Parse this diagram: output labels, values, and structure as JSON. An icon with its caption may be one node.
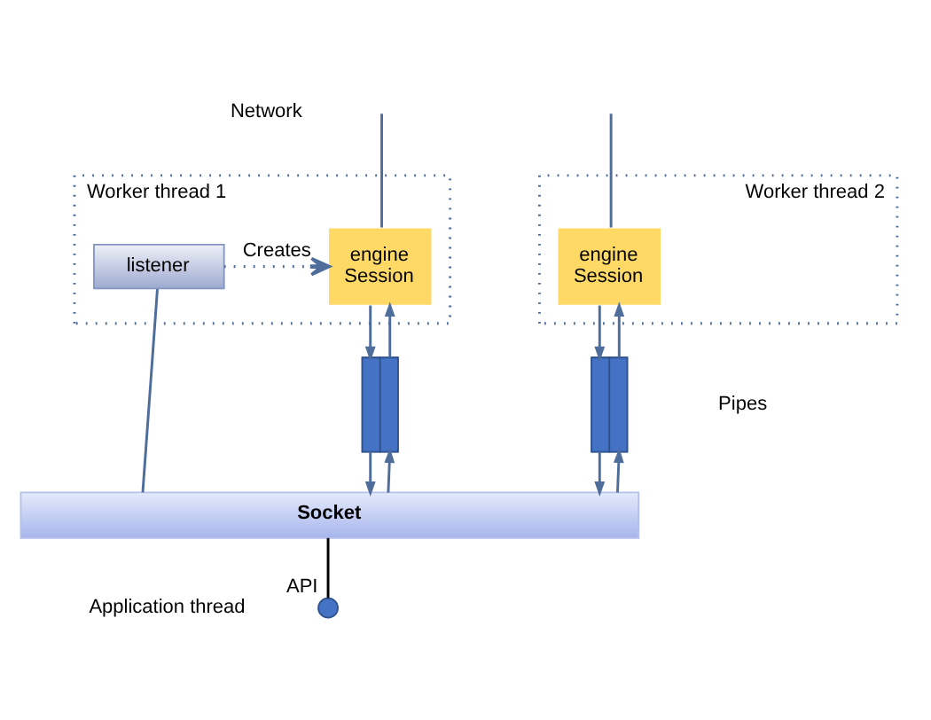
{
  "diagram": {
    "nodes": [
      {
        "text": [
          "Worker thread 1"
        ]
      },
      {
        "text": [
          "listener"
        ],
        "in": 0
      },
      {
        "text": [
          "engine Session"
        ],
        "in": 0
      },
      {
        "text": [
          "Worker thread 2"
        ]
      },
      {
        "text": [
          "engine Session"
        ],
        "in": 3
      },
      {
        "text": [],
        "shape": "box"
      },
      {
        "text": [],
        "shape": "box"
      },
      {
        "text": [
          "Socket"
        ]
      },
      {
        "text": [],
        "shape": "circle",
        "beside": [
          "API"
        ]
      }
    ],
    "edges": [
      {
        "from": null,
        "to": 2,
        "arrow": "none"
      },
      {
        "from": null,
        "to": 4,
        "arrow": "none"
      },
      {
        "from": 1,
        "to": 2,
        "arrow": "to",
        "label": "Creates",
        "style": "dashed"
      },
      {
        "from": 1,
        "to": 7,
        "arrow": "none"
      },
      {
        "from": 2,
        "to": 5,
        "arrow": "to"
      },
      {
        "from": 5,
        "to": 2,
        "arrow": "to"
      },
      {
        "from": 5,
        "to": 7,
        "arrow": "to"
      },
      {
        "from": 7,
        "to": 5,
        "arrow": "to"
      },
      {
        "from": 4,
        "to": 6,
        "arrow": "to"
      },
      {
        "from": 6,
        "to": 4,
        "arrow": "to"
      },
      {
        "from": 6,
        "to": 7,
        "arrow": "to"
      },
      {
        "from": 7,
        "to": 6,
        "arrow": "to"
      },
      {
        "from": 7,
        "to": 8,
        "arrow": "none",
        "color": "#000000"
      }
    ],
    "labels": [
      "Network",
      "Pipes",
      "Application thread"
    ]
  }
}
